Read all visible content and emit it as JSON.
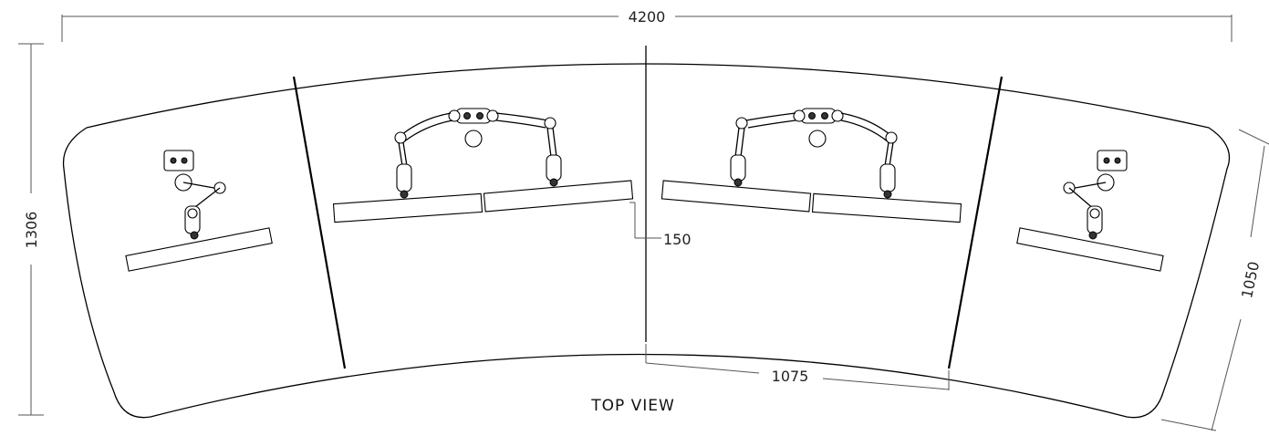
{
  "dimensions": {
    "overall_width": "4200",
    "overall_depth": "1306",
    "section_depth": "1050",
    "section_width": "1075",
    "offset": "150"
  },
  "view_label": "TOP VIEW"
}
